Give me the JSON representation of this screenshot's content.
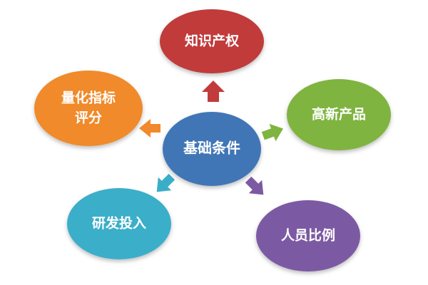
{
  "diagram": {
    "center": {
      "label": "基础条件",
      "color": "#3f76b6"
    },
    "nodes": [
      {
        "id": "ip",
        "label": "知识产权",
        "color": "#c13b3b",
        "arrow_color": "#c13b3b"
      },
      {
        "id": "products",
        "label": "高新产品",
        "color": "#7fb43f",
        "arrow_color": "#7fb43f"
      },
      {
        "id": "staff",
        "label": "人员比例",
        "color": "#7b5aa3",
        "arrow_color": "#7b5aa3"
      },
      {
        "id": "rd",
        "label": "研发投入",
        "color": "#3aaec9",
        "arrow_color": "#3aaec9"
      },
      {
        "id": "score",
        "label_line1": "量化指标",
        "label_line2": "评分",
        "color": "#f08a2c",
        "arrow_color": "#f08a2c"
      }
    ]
  }
}
